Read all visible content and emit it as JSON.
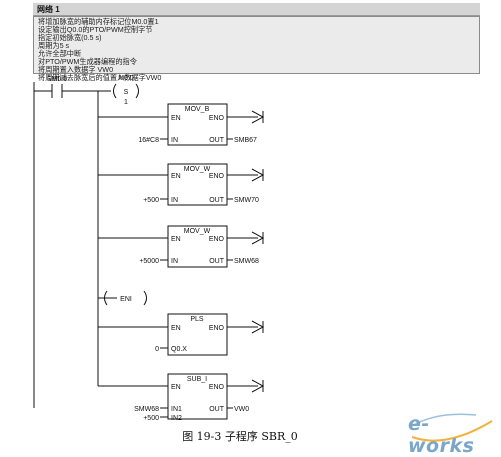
{
  "network": {
    "title": "网络 1"
  },
  "comments": [
    "将增加脉宽的辅助内存标记位M0.0置1",
    "设定输出Q0.0的PTO/PWM控制字节",
    "指定初始脉宽(0.5 s)",
    "周期为5 s",
    "允许全部中断",
    "对PTO/PWM生成器编程的指令",
    "将周期置入数据字 VW0",
    "将周期减去脉宽后的值置入数据字VW0"
  ],
  "contact": {
    "address": "SM0.0"
  },
  "set_coil": {
    "address": "M0.0",
    "op": "S",
    "count": "1"
  },
  "blocks": [
    {
      "title": "MOV_B",
      "en": "EN",
      "eno": "ENO",
      "in_label": "IN",
      "in_value": "16#C8",
      "out_label": "OUT",
      "out_value": "SMB67"
    },
    {
      "title": "MOV_W",
      "en": "EN",
      "eno": "ENO",
      "in_label": "IN",
      "in_value": "+500",
      "out_label": "OUT",
      "out_value": "SMW70"
    },
    {
      "title": "MOV_W",
      "en": "EN",
      "eno": "ENO",
      "in_label": "IN",
      "in_value": "+5000",
      "out_label": "OUT",
      "out_value": "SMW68"
    }
  ],
  "eni_coil": {
    "label": "ENI"
  },
  "pls_block": {
    "title": "PLS",
    "en": "EN",
    "eno": "ENO",
    "in_label": "Q0.X",
    "in_value": "0"
  },
  "sub_block": {
    "title": "SUB_I",
    "en": "EN",
    "eno": "ENO",
    "in1_label": "IN1",
    "in1_value": "SMW68",
    "in2_label": "IN2",
    "in2_value": "+500",
    "out_label": "OUT",
    "out_value": "VW0"
  },
  "caption": "图 19-3   子程序 SBR_0",
  "watermark": {
    "text": "e-works"
  },
  "colors": {
    "line": "#111111",
    "header_bg": "#d4d4d4",
    "comment_bg": "#ebebeb",
    "watermark": "#7aa6c9"
  }
}
